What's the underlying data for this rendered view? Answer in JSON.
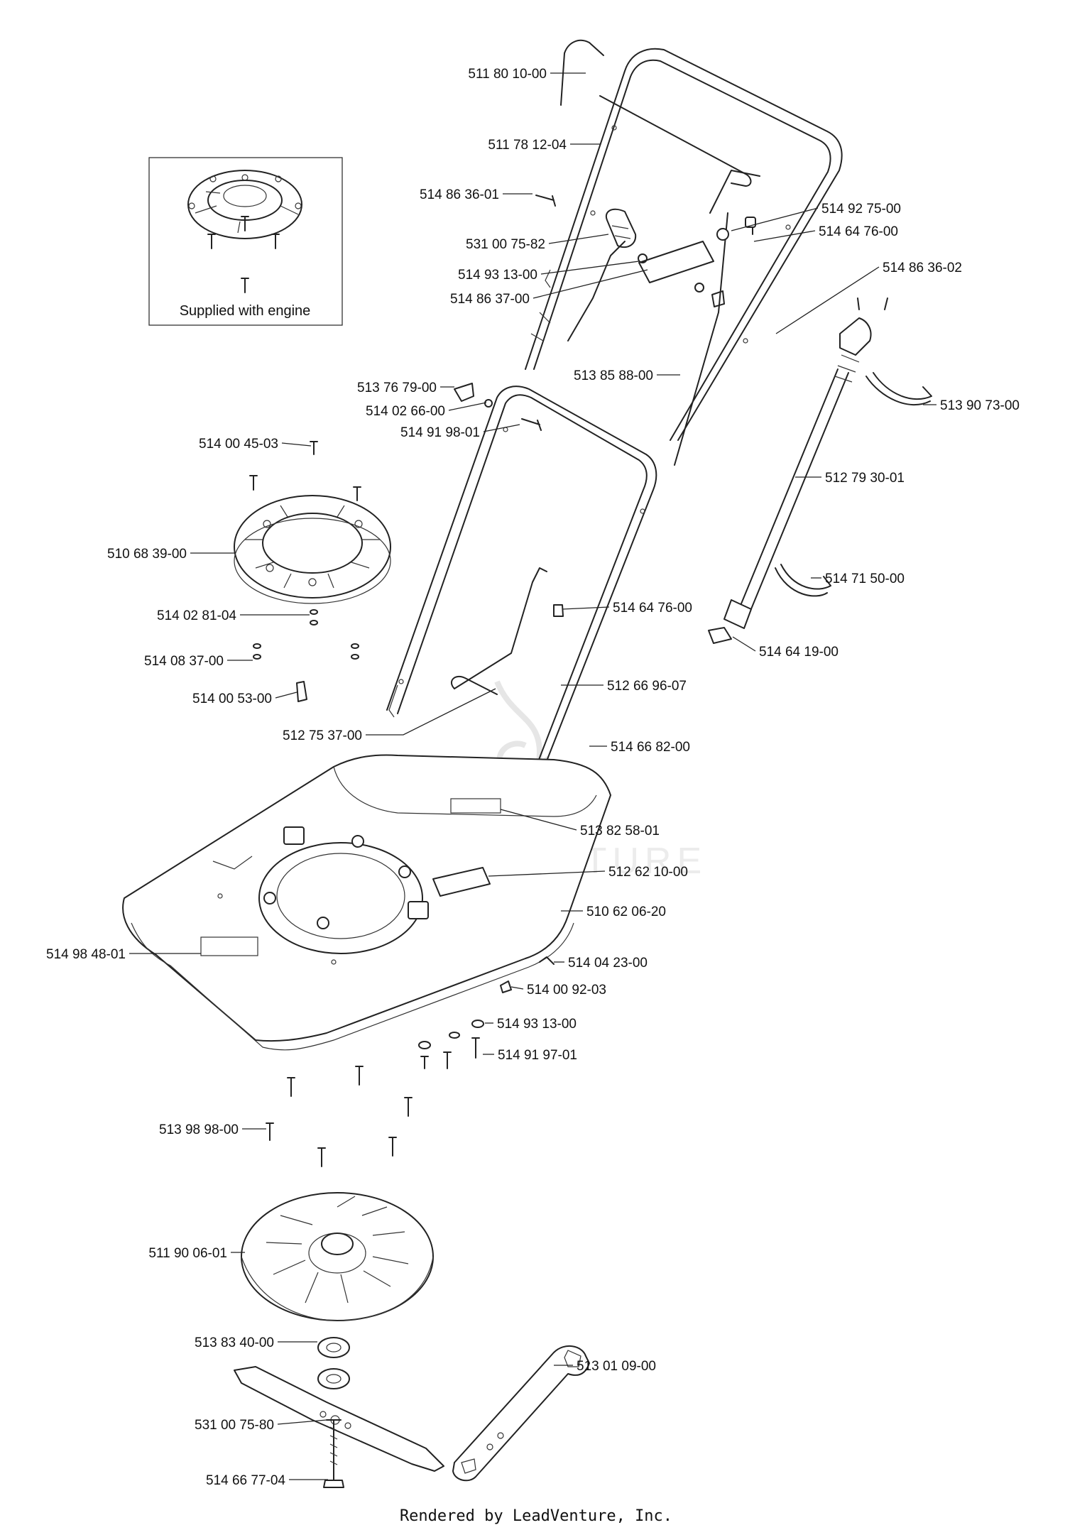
{
  "inset": {
    "caption": "Supplied with engine"
  },
  "watermark": {
    "text": "LEADVENTURE"
  },
  "footer": {
    "text": "Rendered by LeadVenture, Inc."
  },
  "parts": [
    {
      "id": "p01",
      "label": "511 80 10-00"
    },
    {
      "id": "p02",
      "label": "511 78 12-04"
    },
    {
      "id": "p03",
      "label": "514 86 36-01"
    },
    {
      "id": "p04",
      "label": "514 92 75-00"
    },
    {
      "id": "p05",
      "label": "514 64 76-00"
    },
    {
      "id": "p06",
      "label": "531 00 75-82"
    },
    {
      "id": "p07",
      "label": "514 93 13-00"
    },
    {
      "id": "p08",
      "label": "514 86 37-00"
    },
    {
      "id": "p09",
      "label": "514 86 36-02"
    },
    {
      "id": "p10",
      "label": "513 85 88-00"
    },
    {
      "id": "p11",
      "label": "513 76 79-00"
    },
    {
      "id": "p12",
      "label": "514 02 66-00"
    },
    {
      "id": "p13",
      "label": "514 91 98-01"
    },
    {
      "id": "p14",
      "label": "513 90 73-00"
    },
    {
      "id": "p15",
      "label": "514 00 45-03"
    },
    {
      "id": "p16",
      "label": "512 79 30-01"
    },
    {
      "id": "p17",
      "label": "510 68 39-00"
    },
    {
      "id": "p18",
      "label": "514 71 50-00"
    },
    {
      "id": "p19",
      "label": "514 02 81-04"
    },
    {
      "id": "p20",
      "label": "514 64 76-00"
    },
    {
      "id": "p21",
      "label": "514 08 37-00"
    },
    {
      "id": "p22",
      "label": "514 64 19-00"
    },
    {
      "id": "p23",
      "label": "514 00 53-00"
    },
    {
      "id": "p24",
      "label": "512 66 96-07"
    },
    {
      "id": "p25",
      "label": "512 75 37-00"
    },
    {
      "id": "p26",
      "label": "514 66 82-00"
    },
    {
      "id": "p27",
      "label": "513 82 58-01"
    },
    {
      "id": "p28",
      "label": "512 62 10-00"
    },
    {
      "id": "p29",
      "label": "510 62 06-20"
    },
    {
      "id": "p30",
      "label": "514 98 48-01"
    },
    {
      "id": "p31",
      "label": "514 04 23-00"
    },
    {
      "id": "p32",
      "label": "514 00 92-03"
    },
    {
      "id": "p33",
      "label": "514 93 13-00"
    },
    {
      "id": "p34",
      "label": "514 91 97-01"
    },
    {
      "id": "p35",
      "label": "513 98 98-00"
    },
    {
      "id": "p36",
      "label": "511 90 06-01"
    },
    {
      "id": "p37",
      "label": "513 83 40-00"
    },
    {
      "id": "p38",
      "label": "513 01 09-00"
    },
    {
      "id": "p39",
      "label": "531 00 75-80"
    },
    {
      "id": "p40",
      "label": "514 66 77-04"
    }
  ]
}
